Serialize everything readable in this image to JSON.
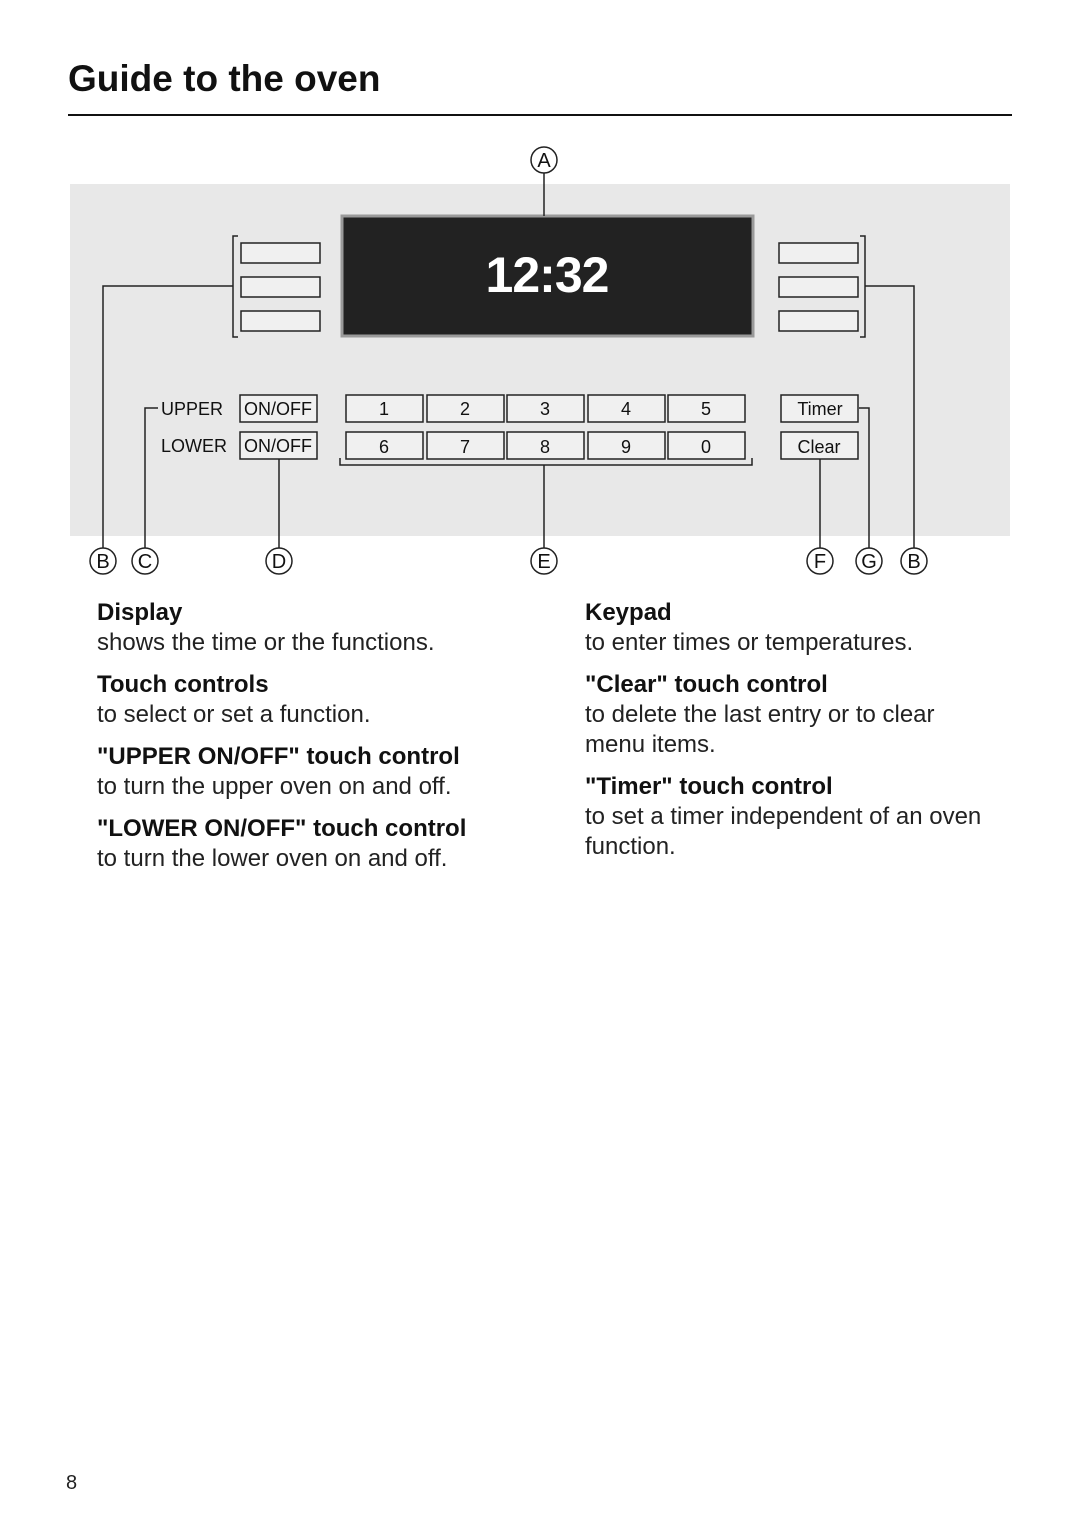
{
  "page": {
    "title": "Guide to the oven",
    "number": "8"
  },
  "diagram": {
    "display_time": "12:32",
    "callouts": {
      "a": "A",
      "b": "B",
      "c": "C",
      "d": "D",
      "e": "E",
      "f": "F",
      "g": "G"
    },
    "upper_label": "UPPER",
    "lower_label": "LOWER",
    "onoff_label": "ON/OFF",
    "keypad_keys": [
      "1",
      "2",
      "3",
      "4",
      "5",
      "6",
      "7",
      "8",
      "9",
      "0"
    ],
    "timer_label": "Timer",
    "clear_label": "Clear",
    "panel_color": "#e8e8e8",
    "display_color": "#222222"
  },
  "legend": {
    "left": [
      {
        "title": "Display",
        "desc": "shows the time or the functions."
      },
      {
        "title": "Touch controls",
        "desc": "to select or set a function."
      },
      {
        "title": "\"UPPER ON/OFF\" touch control",
        "desc": "to turn the upper oven on and off."
      },
      {
        "title": "\"LOWER ON/OFF\" touch control",
        "desc": "to turn the lower oven on and off."
      }
    ],
    "right": [
      {
        "title": "Keypad",
        "desc": "to enter times or temperatures."
      },
      {
        "title": "\"Clear\" touch control",
        "desc": "to delete the last entry or to clear menu items."
      },
      {
        "title": "\"Timer\" touch control",
        "desc": "to set a timer independent of an oven function."
      }
    ]
  }
}
